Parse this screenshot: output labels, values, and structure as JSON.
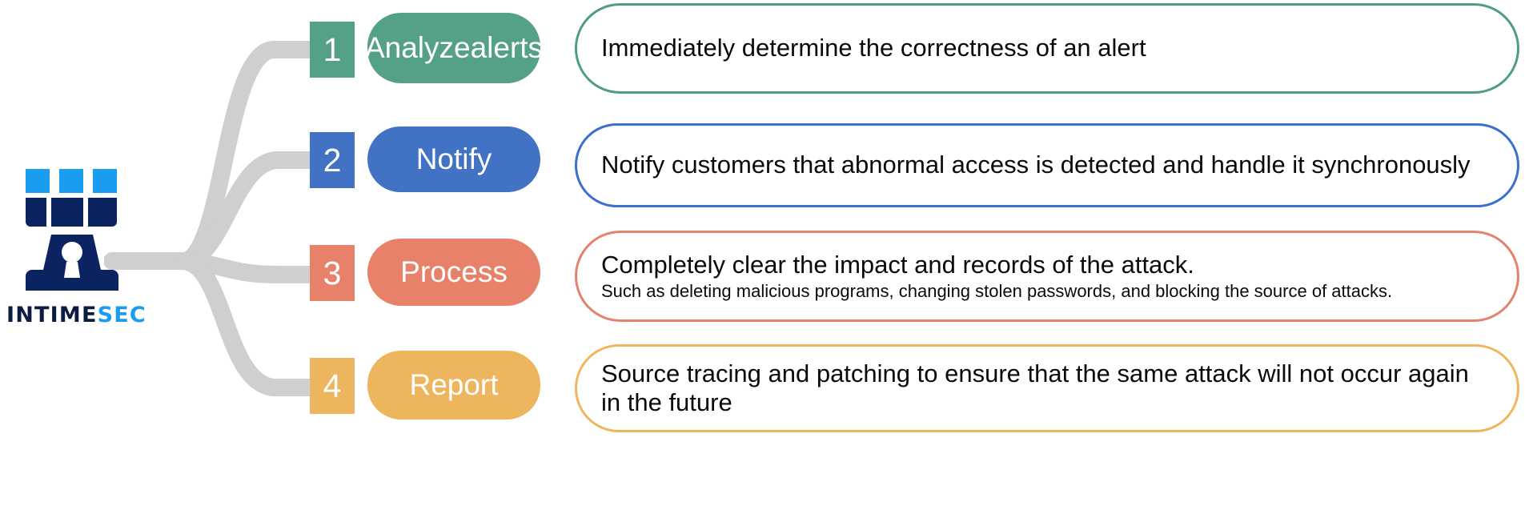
{
  "logo": {
    "name_part1": "INTIME",
    "name_part2": "SEC",
    "icon": "fortress-shield-icon",
    "color_dark": "#0c1b42",
    "color_accent": "#1a9cf0"
  },
  "connector": {
    "color": "#cfcfcf",
    "branch_count": 4
  },
  "steps": [
    {
      "number": "1",
      "title": "Analyze alerts",
      "title_line1": "Analyze",
      "title_line2": "alerts",
      "description": "Immediately determine the correctness of an alert",
      "subtext": "",
      "color": "#55a185"
    },
    {
      "number": "2",
      "title": "Notify",
      "title_line1": "Notify",
      "title_line2": "",
      "description": "Notify customers that abnormal access is detected and handle it synchronously",
      "subtext": "",
      "color": "#4272c4"
    },
    {
      "number": "3",
      "title": "Process",
      "title_line1": "Process",
      "title_line2": "",
      "description": "Completely clear the impact and records of the attack.",
      "subtext": "Such as deleting malicious programs, changing stolen passwords, and blocking the source of attacks.",
      "color": "#e8816a"
    },
    {
      "number": "4",
      "title": "Report",
      "title_line1": "Report",
      "title_line2": "",
      "description": "Source tracing and patching to ensure that the same attack will not occur again in the future",
      "subtext": "",
      "color": "#eeb55f"
    }
  ]
}
